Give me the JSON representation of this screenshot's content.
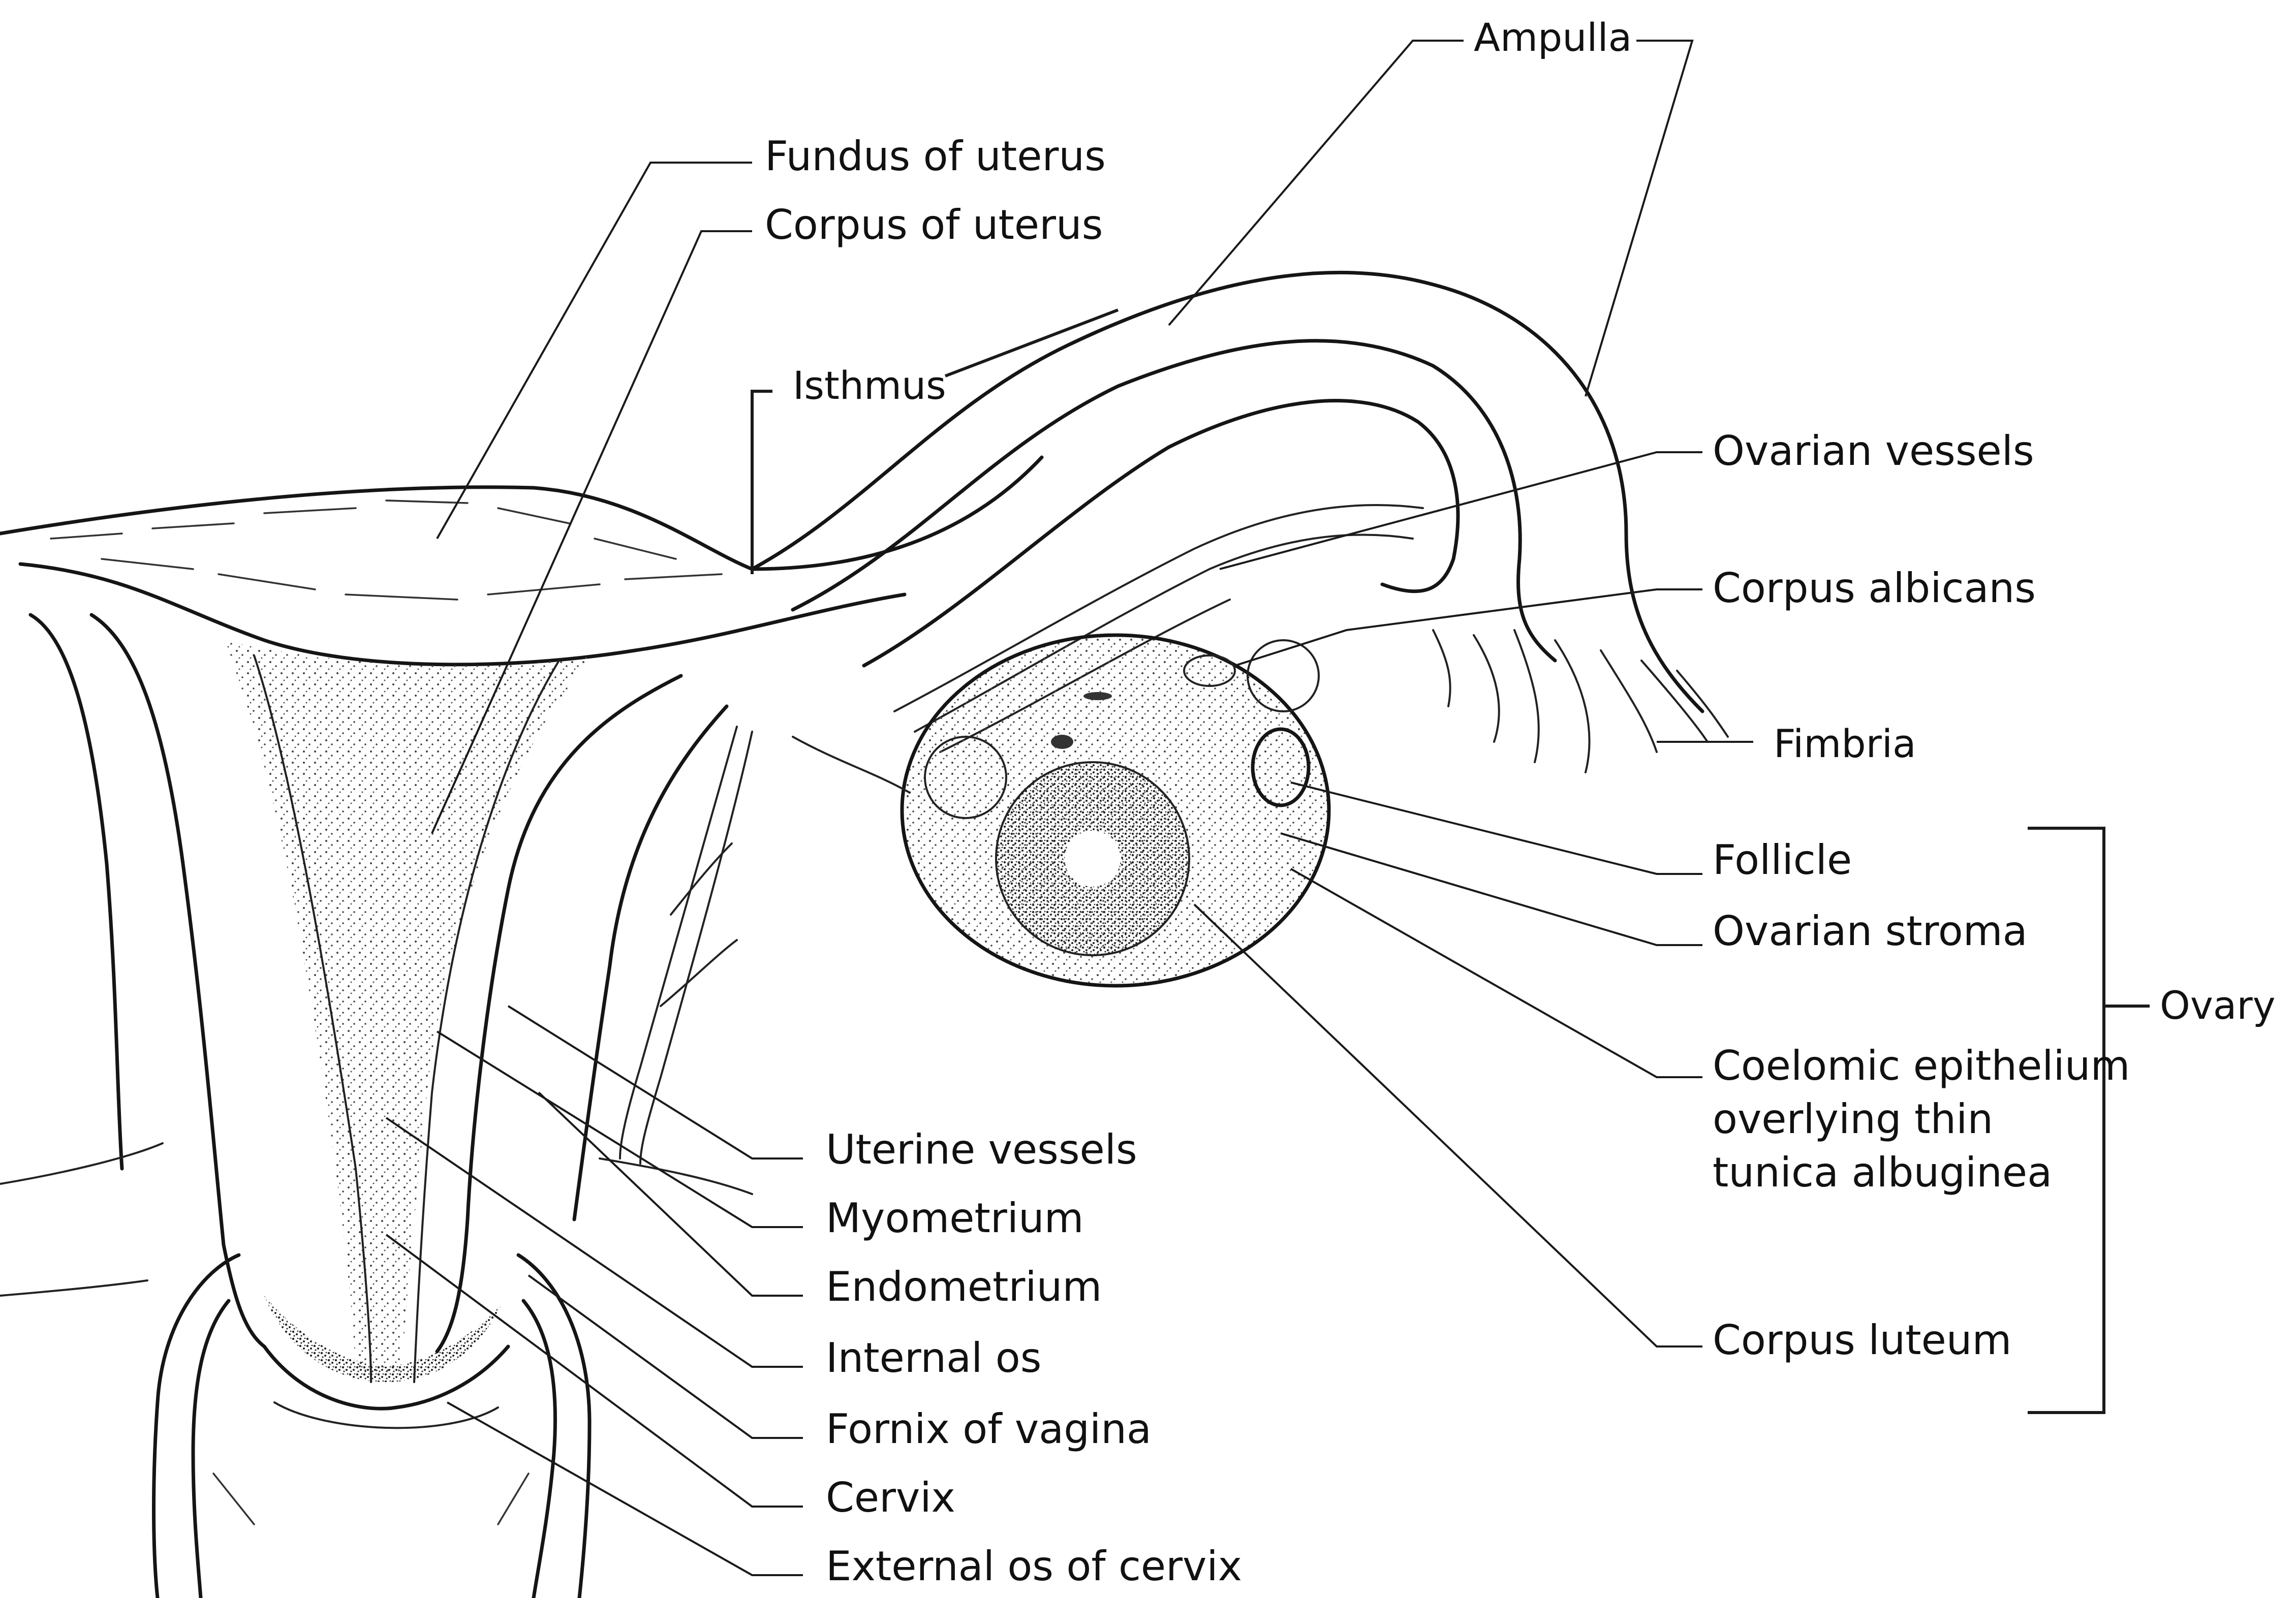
{
  "figure": {
    "labels": {
      "ampulla": "Ampulla",
      "fundus": "Fundus of uterus",
      "corpus": "Corpus of uterus",
      "isthmus": "Isthmus",
      "ovarian_vessels": "Ovarian vessels",
      "corpus_albicans": "Corpus albicans",
      "fimbria": "Fimbria",
      "follicle": "Follicle",
      "ovarian_stroma": "Ovarian stroma",
      "ovary": "Ovary",
      "coelomic_line1": "Coelomic epithelium",
      "coelomic_line2": "overlying thin",
      "coelomic_line3": "tunica albuginea",
      "corpus_luteum": "Corpus luteum",
      "uterine_vessels": "Uterine vessels",
      "myometrium": "Myometrium",
      "endometrium": "Endometrium",
      "internal_os": "Internal os",
      "fornix": "Fornix of vagina",
      "cervix": "Cervix",
      "external_os": "External os of cervix"
    }
  }
}
